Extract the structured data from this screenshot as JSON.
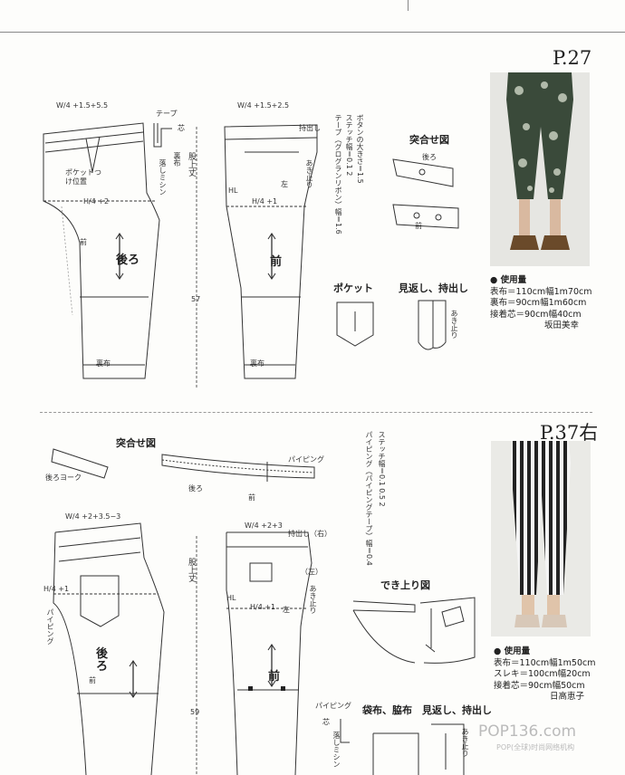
{
  "top": {
    "page_label": "P.27",
    "header_joint": "突合せ図",
    "header_pocket": "ポケット",
    "header_facing": "見返し、持出し",
    "back_piece": "後ろ",
    "front_piece": "前",
    "notes_vertical": [
      "ボタンの大きさ＝1.5",
      "ステッチ幅＝0.1 2",
      "テープ（グログランリボン）幅＝1.6"
    ],
    "labels": {
      "waist_back": "W/4 +1.5+5.5",
      "waist_front": "W/4 +1.5+2.5",
      "hip_back": "H/4 +2",
      "hip_front": "H/4 +1",
      "tape": "テープ",
      "core": "芯",
      "lining": "裏布",
      "stitch_drop": "落しミシン",
      "pocket_pos": "ポケットつけ位置",
      "crotch_height": "股上丈",
      "length": "57",
      "hl": "HL",
      "left": "左",
      "placket": "持出し",
      "opening": "あき止り",
      "back_label": "後ろ",
      "front_label": "前"
    },
    "materials_title": "● 使用量",
    "materials": [
      "表布＝110cm幅1m70cm",
      "裏布＝90cm幅1m60cm",
      "接着芯＝90cm幅40cm"
    ],
    "author": "坂田美幸"
  },
  "bottom": {
    "page_label": "P.37右",
    "header_joint": "突合せ図",
    "header_finish": "でき上り図",
    "header_parts": "袋布、脇布　見返し、持出し",
    "back_piece": "後ろ",
    "front_piece": "前",
    "notes_vertical": [
      "ステッチ幅＝0.1 0.5 2",
      "パイピング（パイピングテープ）幅＝0.4"
    ],
    "labels": {
      "waist_back": "W/4 +2+3.5−3",
      "waist_front": "W/4 +2+3",
      "hip_back": "H/4 +1",
      "hip_front": "H/4 +1",
      "back_yoke": "後ろヨーク",
      "back": "後ろ",
      "front": "前",
      "piping": "パイピング",
      "crotch_height": "股上丈",
      "length": "59",
      "hl": "HL",
      "placket_right": "持出し（右）",
      "left_paren": "（左）",
      "left": "左",
      "opening": "あき止り",
      "core": "芯",
      "stitch_drop": "落しミシン"
    },
    "materials_title": "● 使用量",
    "materials": [
      "表布＝110cm幅1m50cm",
      "スレキ＝100cm幅20cm",
      "接着芯＝90cm幅50cm"
    ],
    "author": "日高恵子"
  },
  "watermark": {
    "logo": "POP136.com",
    "sub": "POP(全球)时尚网络机构"
  },
  "colors": {
    "line": "#333333",
    "light_line": "#999999",
    "paper": "#fdfdfb"
  }
}
